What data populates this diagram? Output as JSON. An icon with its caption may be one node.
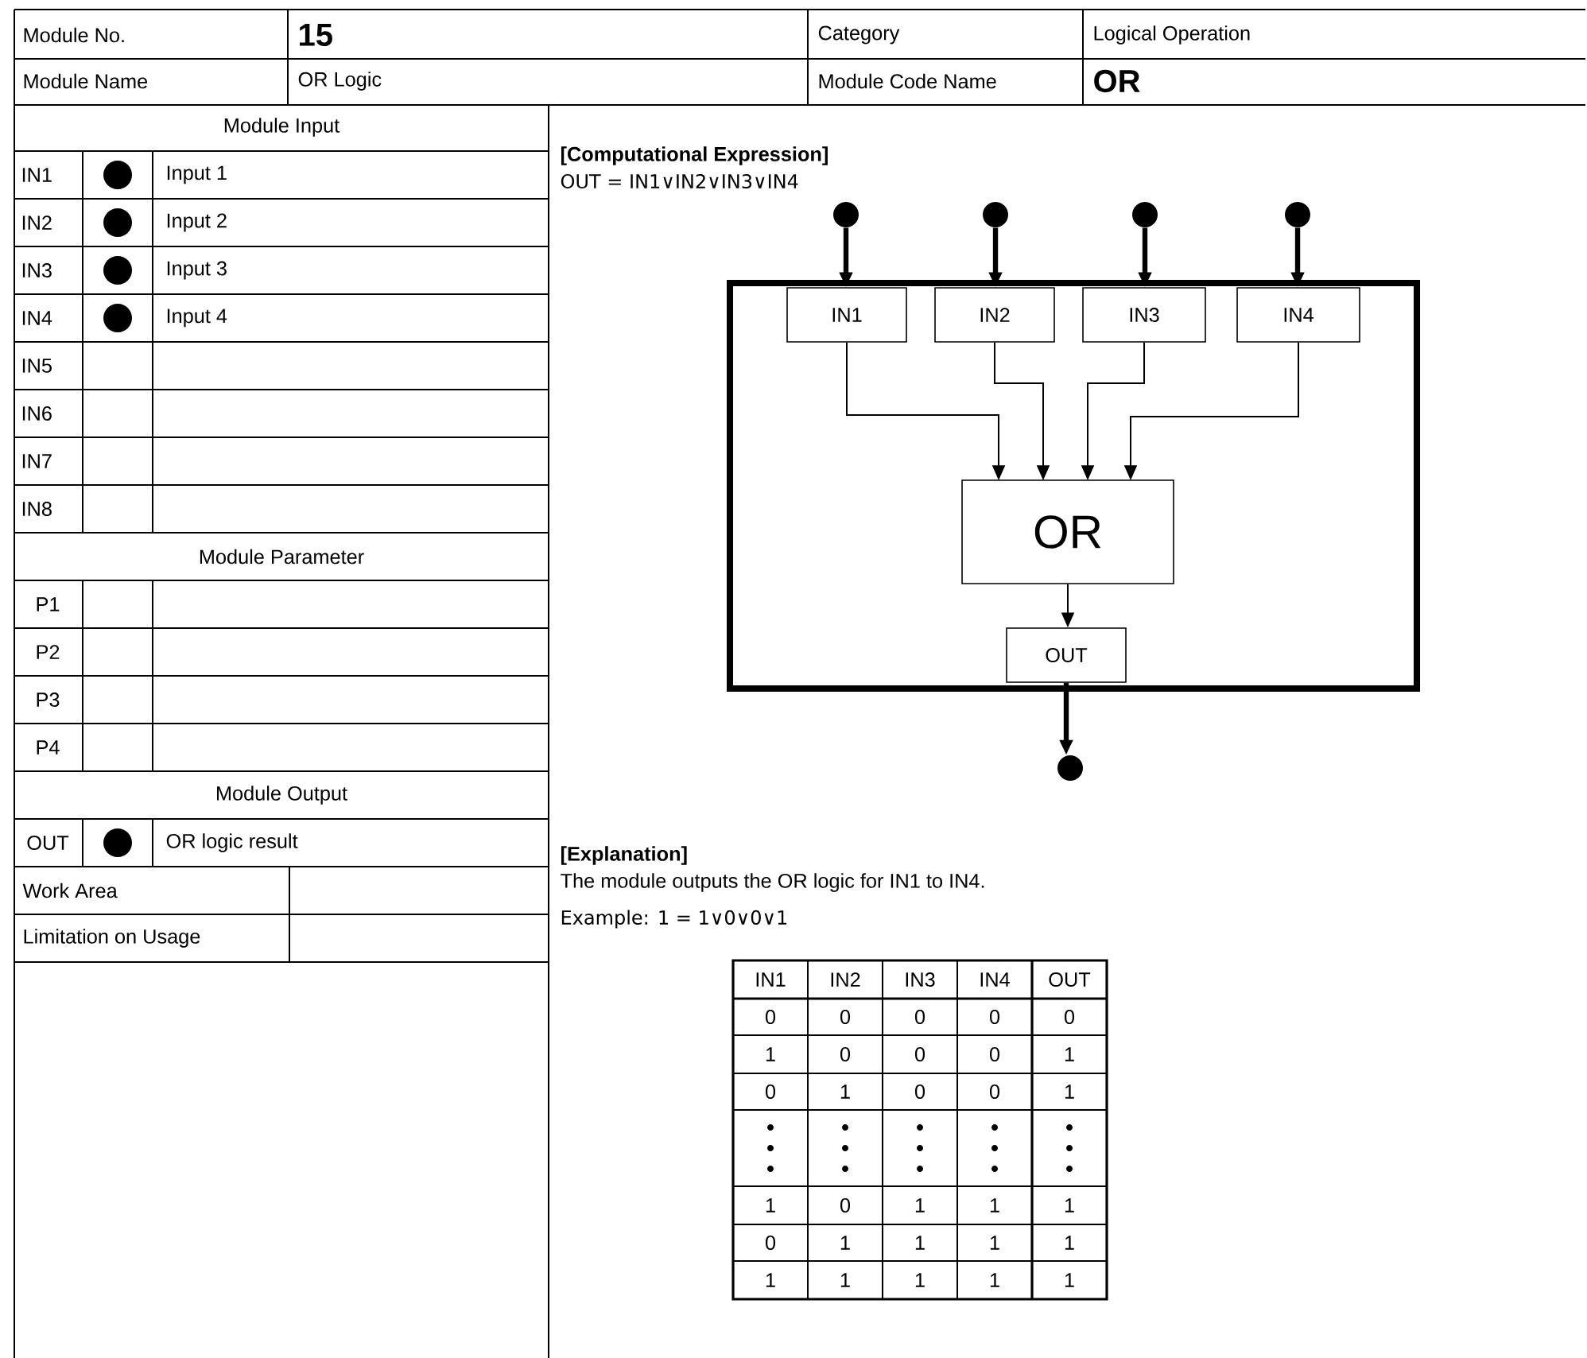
{
  "diagram": {
    "nodes": [
      {
        "text": [],
        "shape": "circle"
      },
      {
        "text": [],
        "shape": "circle"
      },
      {
        "text": [],
        "shape": "circle"
      },
      {
        "text": [],
        "shape": "circle"
      },
      {
        "text": [],
        "shape": "box"
      },
      {
        "text": [
          "IN1"
        ],
        "in": 4
      },
      {
        "text": [
          "IN2"
        ],
        "in": 4
      },
      {
        "text": [
          "IN3"
        ],
        "in": 4
      },
      {
        "text": [
          "IN4"
        ],
        "in": 4
      },
      {
        "text": [
          "OR"
        ],
        "in": 4
      },
      {
        "text": [
          "OUT"
        ],
        "in": 4
      },
      {
        "text": [],
        "shape": "circle"
      },
      {
        "text": [],
        "shape": "circle"
      },
      {
        "text": [],
        "shape": "circle"
      },
      {
        "text": [],
        "shape": "circle"
      },
      {
        "text": [],
        "shape": "circle"
      },
      {
        "text": [],
        "shape": "circle"
      }
    ],
    "edges": [
      {
        "from": 0,
        "to": 5,
        "arrow": "to",
        "style": "thick"
      },
      {
        "from": 1,
        "to": 6,
        "arrow": "to",
        "style": "thick"
      },
      {
        "from": 2,
        "to": 7,
        "arrow": "to",
        "style": "thick"
      },
      {
        "from": 3,
        "to": 8,
        "arrow": "to",
        "style": "thick"
      },
      {
        "from": 5,
        "to": 9,
        "arrow": "to"
      },
      {
        "from": 6,
        "to": 9,
        "arrow": "to"
      },
      {
        "from": 7,
        "to": 9,
        "arrow": "to"
      },
      {
        "from": 8,
        "to": 9,
        "arrow": "to"
      },
      {
        "from": 9,
        "to": 10,
        "arrow": "to"
      },
      {
        "from": 10,
        "to": 11,
        "arrow": "to",
        "style": "thick"
      }
    ],
    "labels": [
      "Module No.",
      "15",
      "Category",
      "Logical Operation",
      "Module Name",
      "OR Logic",
      "Module Code Name",
      "OR",
      "Module Input",
      "IN1",
      "Input 1",
      "IN2",
      "Input 2",
      "IN3",
      "Input 3",
      "IN4",
      "Input 4",
      "IN5",
      "IN6",
      "IN7",
      "IN8",
      "Module Parameter",
      "P1",
      "P2",
      "P3",
      "P4",
      "Module Output",
      "OUT",
      "OR logic result",
      "Work Area",
      "Limitation on Usage",
      "[Computational Expression]",
      "OUT = IN1∨IN2∨IN3∨IN4",
      "[Explanation]",
      "The module outputs the OR logic for IN1 to IN4.",
      "Example: 1 = 1∨0∨0∨1",
      "IN1",
      "IN2",
      "IN3",
      "IN4",
      "OUT",
      "0",
      "0",
      "0",
      "0",
      "0",
      "1",
      "0",
      "0",
      "0",
      "1",
      "0",
      "1",
      "0",
      "0",
      "1",
      "1",
      "0",
      "1",
      "1",
      "1",
      "0",
      "1",
      "1",
      "1",
      "1",
      "1",
      "1",
      "1",
      "1",
      "1"
    ]
  }
}
